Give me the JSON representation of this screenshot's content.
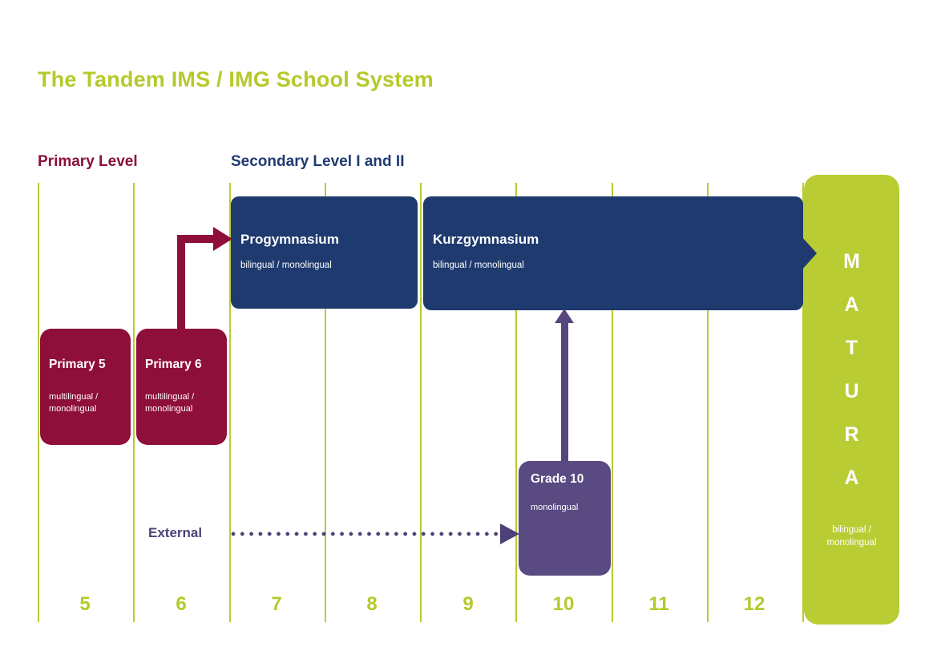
{
  "title": "The Tandem IMS / IMG School System",
  "sections": {
    "primary": "Primary Level",
    "secondary": "Secondary Level I and II"
  },
  "grades": [
    "5",
    "6",
    "7",
    "8",
    "9",
    "10",
    "11",
    "12"
  ],
  "boxes": {
    "primary5": {
      "title": "Primary 5",
      "subtitle": "multilingual /\nmonolingual"
    },
    "primary6": {
      "title": "Primary 6",
      "subtitle": "multilingual /\nmonolingual"
    },
    "progymnasium": {
      "title": "Progymnasium",
      "subtitle": "bilingual / monolingual"
    },
    "kurzgymnasium": {
      "title": "Kurzgymnasium",
      "subtitle": "bilingual / monolingual"
    },
    "grade10": {
      "title": "Grade 10",
      "subtitle": "monolingual"
    },
    "matura": {
      "letters": [
        "M",
        "A",
        "T",
        "U",
        "R",
        "A"
      ],
      "subtitle": "bilingual /\nmonolingual"
    }
  },
  "labels": {
    "external": "External"
  },
  "colors": {
    "green": "#b9cc33",
    "maroon": "#8e0f3a",
    "navy": "#1e3a6e",
    "purple": "#5a4a82"
  }
}
